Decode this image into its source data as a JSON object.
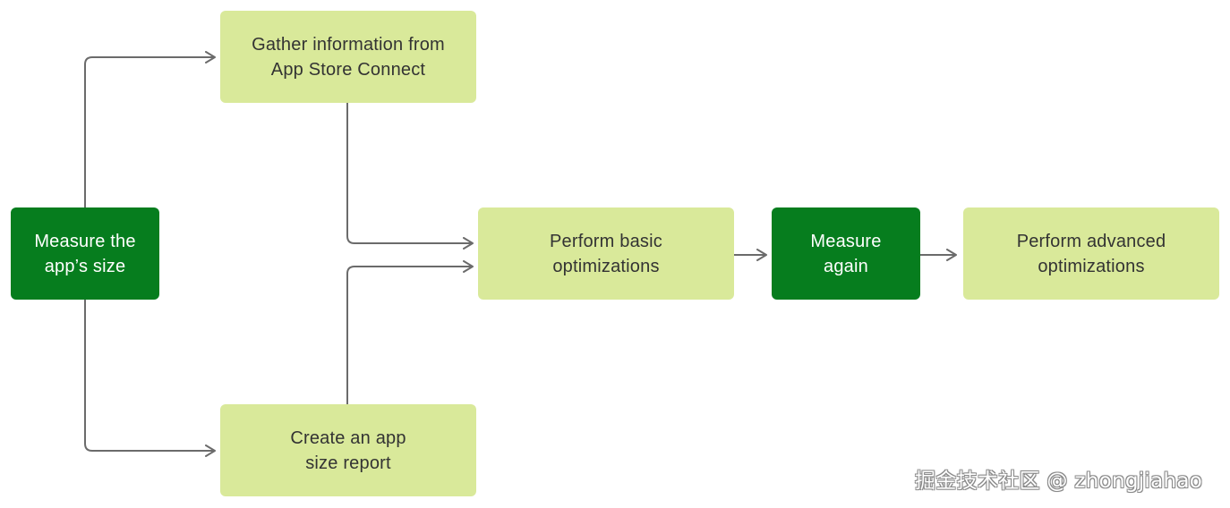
{
  "diagram": {
    "nodes": {
      "measure": {
        "label": "Measure the\napp’s size",
        "style": "dark"
      },
      "gather": {
        "label": "Gather information from\nApp Store Connect",
        "style": "light"
      },
      "create": {
        "label": "Create an app\nsize report",
        "style": "light"
      },
      "basic": {
        "label": "Perform basic\noptimizations",
        "style": "light"
      },
      "again": {
        "label": "Measure\nagain",
        "style": "dark"
      },
      "advanced": {
        "label": "Perform advanced\noptimizations",
        "style": "light"
      }
    },
    "edges": [
      {
        "from": "measure",
        "to": "gather"
      },
      {
        "from": "measure",
        "to": "create"
      },
      {
        "from": "gather",
        "to": "basic"
      },
      {
        "from": "create",
        "to": "basic"
      },
      {
        "from": "basic",
        "to": "again"
      },
      {
        "from": "again",
        "to": "advanced"
      }
    ]
  },
  "colors": {
    "dark_node": "#067d1e",
    "light_node": "#d9e99a",
    "connector": "#6b6b6b"
  },
  "watermark": "掘金技术社区 @ zhongjiahao"
}
